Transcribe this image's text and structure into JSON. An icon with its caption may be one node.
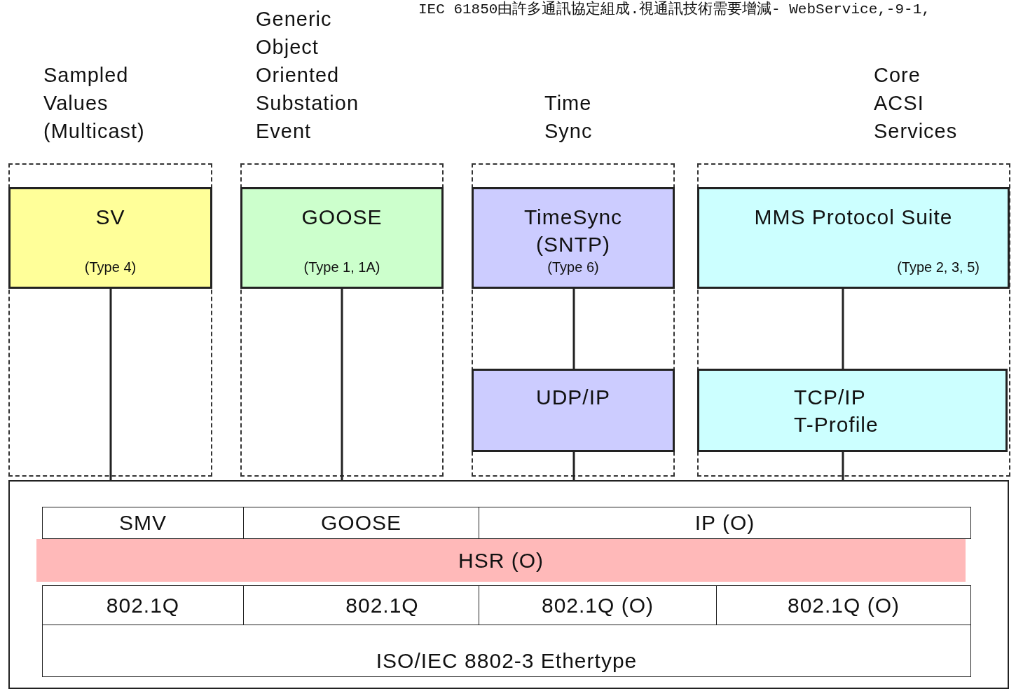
{
  "diagram": {
    "title": "IEC 61850由許多通訊協定組成.視通訊技術需要增減- WebService,-9-1,",
    "nodes": [
      {
        "text": [
          "Sampled Values (Multicast)"
        ]
      },
      {
        "text": [
          "Generic Object Oriented Substation Event"
        ]
      },
      {
        "text": [
          "Time Sync"
        ]
      },
      {
        "text": [
          "Core ACSI Services"
        ]
      },
      {
        "text": [
          "SV",
          "(Type 4)"
        ],
        "in": 0
      },
      {
        "text": [
          "GOOSE",
          "(Type 1, 1A)"
        ],
        "in": 1
      },
      {
        "text": [
          "TimeSync (SNTP)",
          "(Type 6)"
        ],
        "in": 2
      },
      {
        "text": [
          "MMS Protocol Suite",
          "(Type 2, 3, 5)"
        ],
        "in": 3
      },
      {
        "text": [
          "UDP/IP"
        ],
        "in": 2
      },
      {
        "text": [
          "TCP/IP T-Profile"
        ],
        "in": 3
      },
      {
        "text": [],
        "shape": "box"
      },
      {
        "text": [
          "SMV"
        ],
        "in": 10
      },
      {
        "text": [
          "GOOSE"
        ],
        "in": 10
      },
      {
        "text": [
          "IP (O)"
        ],
        "in": 10
      },
      {
        "text": [
          "HSR (O)"
        ],
        "in": 10
      },
      {
        "text": [
          "802.1Q"
        ],
        "in": 10
      },
      {
        "text": [
          "802.1Q"
        ],
        "in": 10
      },
      {
        "text": [
          "802.1Q (O)"
        ],
        "in": 10
      },
      {
        "text": [
          "802.1Q (O)"
        ],
        "in": 10
      },
      {
        "text": [
          "ISO/IEC 8802-3 Ethertype"
        ],
        "in": 10
      }
    ],
    "edges": [
      {
        "from": 4,
        "to": 10,
        "arrow": "none"
      },
      {
        "from": 5,
        "to": 10,
        "arrow": "none"
      },
      {
        "from": 6,
        "to": 8,
        "arrow": "none"
      },
      {
        "from": 8,
        "to": 10,
        "arrow": "none"
      },
      {
        "from": 7,
        "to": 9,
        "arrow": "none"
      },
      {
        "from": 9,
        "to": 10,
        "arrow": "none"
      }
    ]
  }
}
